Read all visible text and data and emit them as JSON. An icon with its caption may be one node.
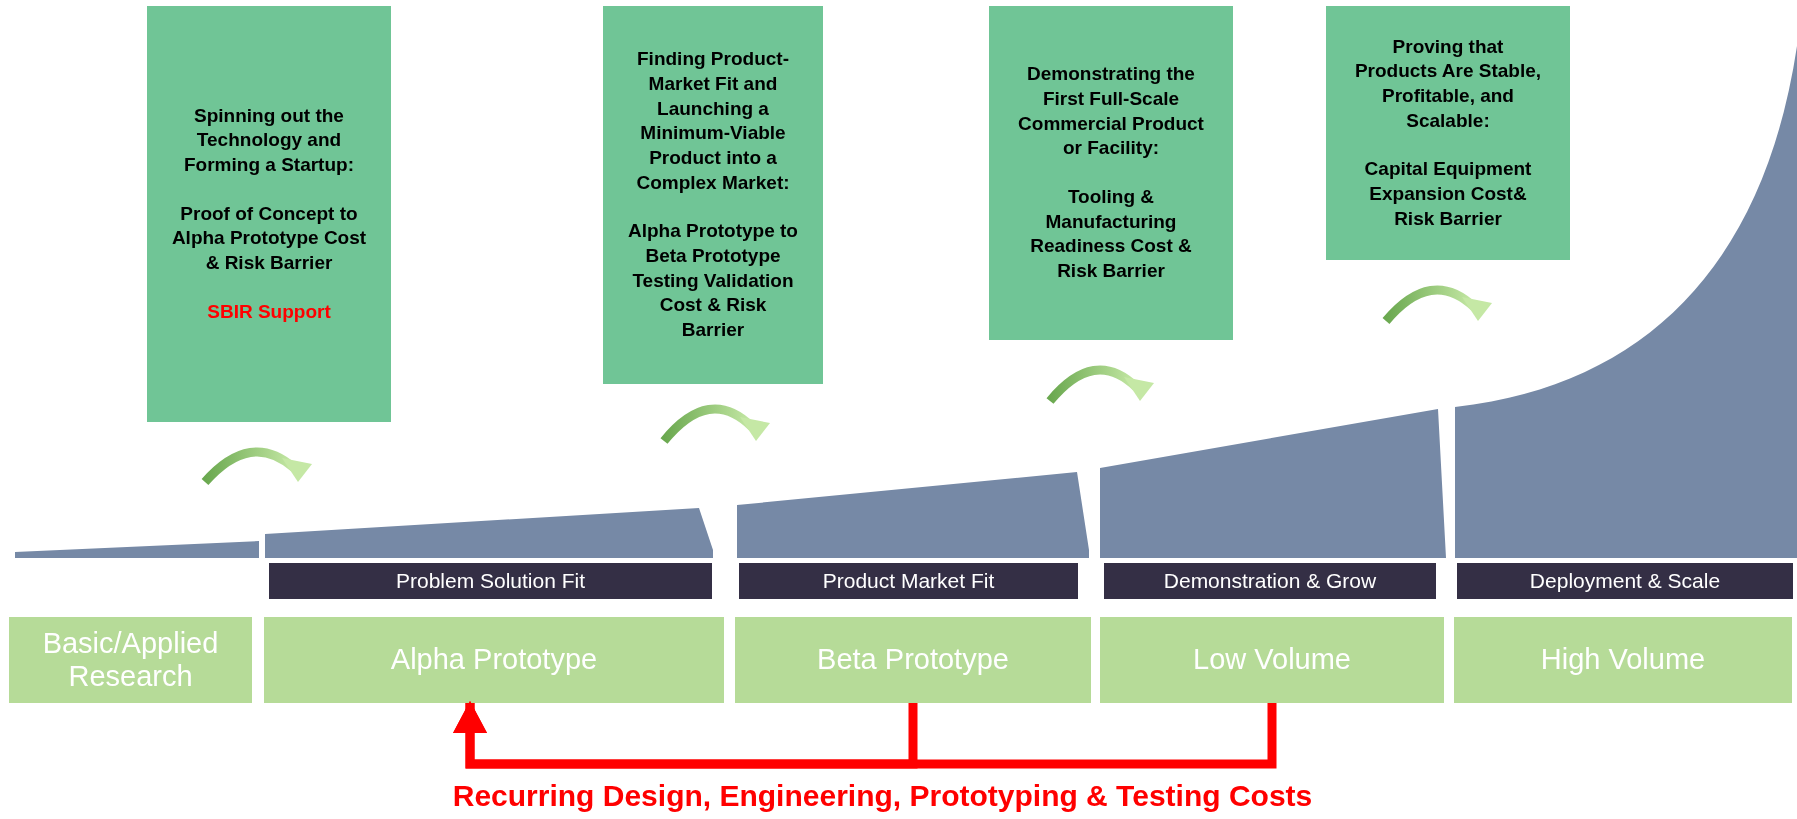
{
  "diagram": {
    "nodes": [
      {
        "text": [
          "Spinning out the Technology and Forming a Startup:",
          "Proof of Concept to Alpha Prototype Cost & Risk Barrier",
          "SBIR Support"
        ]
      },
      {
        "text": [
          "Finding Product-Market Fit and Launching a Minimum-Viable Product into a Complex Market:",
          "Alpha Prototype to Beta Prototype Testing Validation Cost & Risk Barrier"
        ]
      },
      {
        "text": [
          "Demonstrating the First Full-Scale Commercial Product or Facility:",
          "Tooling & Manufacturing Readiness Cost & Risk Barrier"
        ]
      },
      {
        "text": [
          "Proving that Products Are Stable, Profitable, and Scalable:",
          "Capital Equipment Expansion Cost& Risk Barrier"
        ]
      },
      {
        "text": [
          "Problem Solution Fit"
        ]
      },
      {
        "text": [
          "Product Market Fit"
        ]
      },
      {
        "text": [
          "Demonstration & Grow"
        ]
      },
      {
        "text": [
          "Deployment & Scale"
        ]
      },
      {
        "text": [
          "Basic/Applied Research"
        ]
      },
      {
        "text": [
          "Alpha Prototype"
        ]
      },
      {
        "text": [
          "Beta Prototype"
        ]
      },
      {
        "text": [
          "Low Volume"
        ]
      },
      {
        "text": [
          "High Volume"
        ]
      }
    ],
    "edges": [
      {
        "from": 10,
        "to": 9,
        "arrow": "to",
        "color": "#ff0000"
      },
      {
        "from": 11,
        "to": 9,
        "arrow": "to",
        "color": "#ff0000"
      }
    ],
    "labels": [
      "Recurring Design, Engineering, Prototyping & Testing Costs"
    ]
  }
}
